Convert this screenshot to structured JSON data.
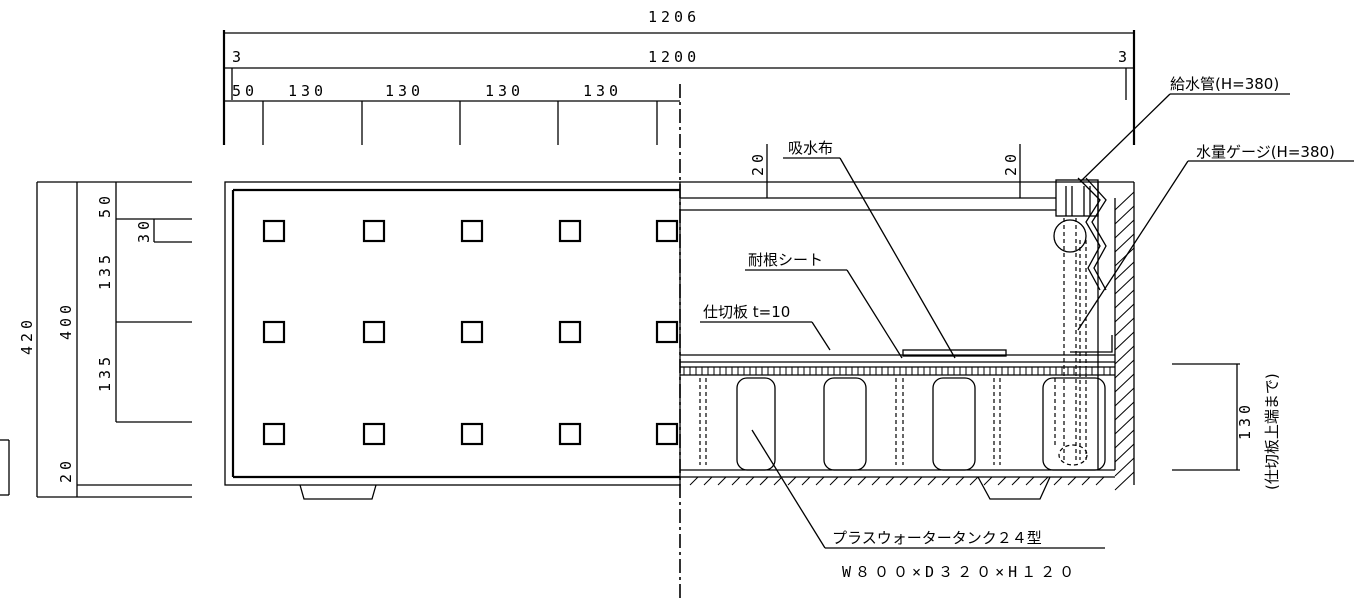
{
  "dimensions": {
    "overall_width": "1206",
    "inner_width": "1200",
    "edge_left": "3",
    "edge_right": "3",
    "spacing": [
      "50",
      "130",
      "130",
      "130",
      "130"
    ],
    "overall_height": "420",
    "inner_height": "400",
    "top_margin": "50",
    "hole_size": "30",
    "row_pitch_1": "135",
    "row_pitch_2": "135",
    "bottom_margin": "20",
    "right_height": "130",
    "right_height_note": "(仕切板上端まで)",
    "gap_left": "20",
    "gap_right": "20"
  },
  "labels": {
    "supply_pipe": "給水管(H=380)",
    "water_gauge": "水量ゲージ(H=380)",
    "absorbent_cloth": "吸水布",
    "root_sheet": "耐根シート",
    "partition": "仕切板 t=10",
    "tank_name": "プラスウォータータンク２４型",
    "tank_size": "W８００×D３２０×H１２０"
  }
}
